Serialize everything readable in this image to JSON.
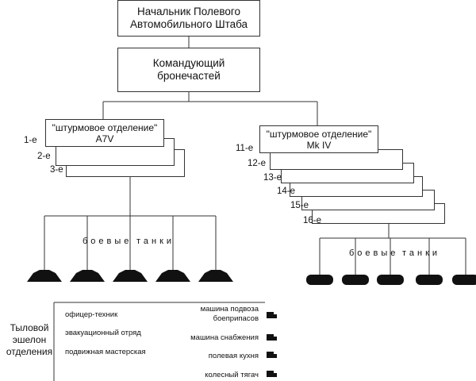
{
  "top": {
    "chief": [
      "Начальник Полевого",
      "Автомобильного Штаба"
    ],
    "commander": [
      "Командующий",
      "бронечастей"
    ]
  },
  "left_group": {
    "unit": [
      "\"штурмовое отделение\"",
      "A7V"
    ],
    "echelons": [
      "1-е",
      "2-е",
      "3-е"
    ],
    "label_words": [
      "боевые",
      "танки"
    ]
  },
  "right_group": {
    "unit": [
      "\"штурмовое отделение\"",
      "Mk IV"
    ],
    "echelons": [
      "11-е",
      "12-е",
      "13-е",
      "14-е",
      "15-е",
      "16-е"
    ],
    "label_words": [
      "боевые",
      "танки"
    ]
  },
  "rear": {
    "title": [
      "Тыловой",
      "эшелон",
      "отделения"
    ],
    "left_items": [
      "офицер-техник",
      "эвакуационный отряд",
      "подвижная мастерская"
    ],
    "right_items": [
      [
        "машина подвоза",
        "боеприпасов"
      ],
      [
        "машина снабжения"
      ],
      [
        "полевая кухня"
      ],
      [
        "колесный тягач"
      ]
    ]
  }
}
